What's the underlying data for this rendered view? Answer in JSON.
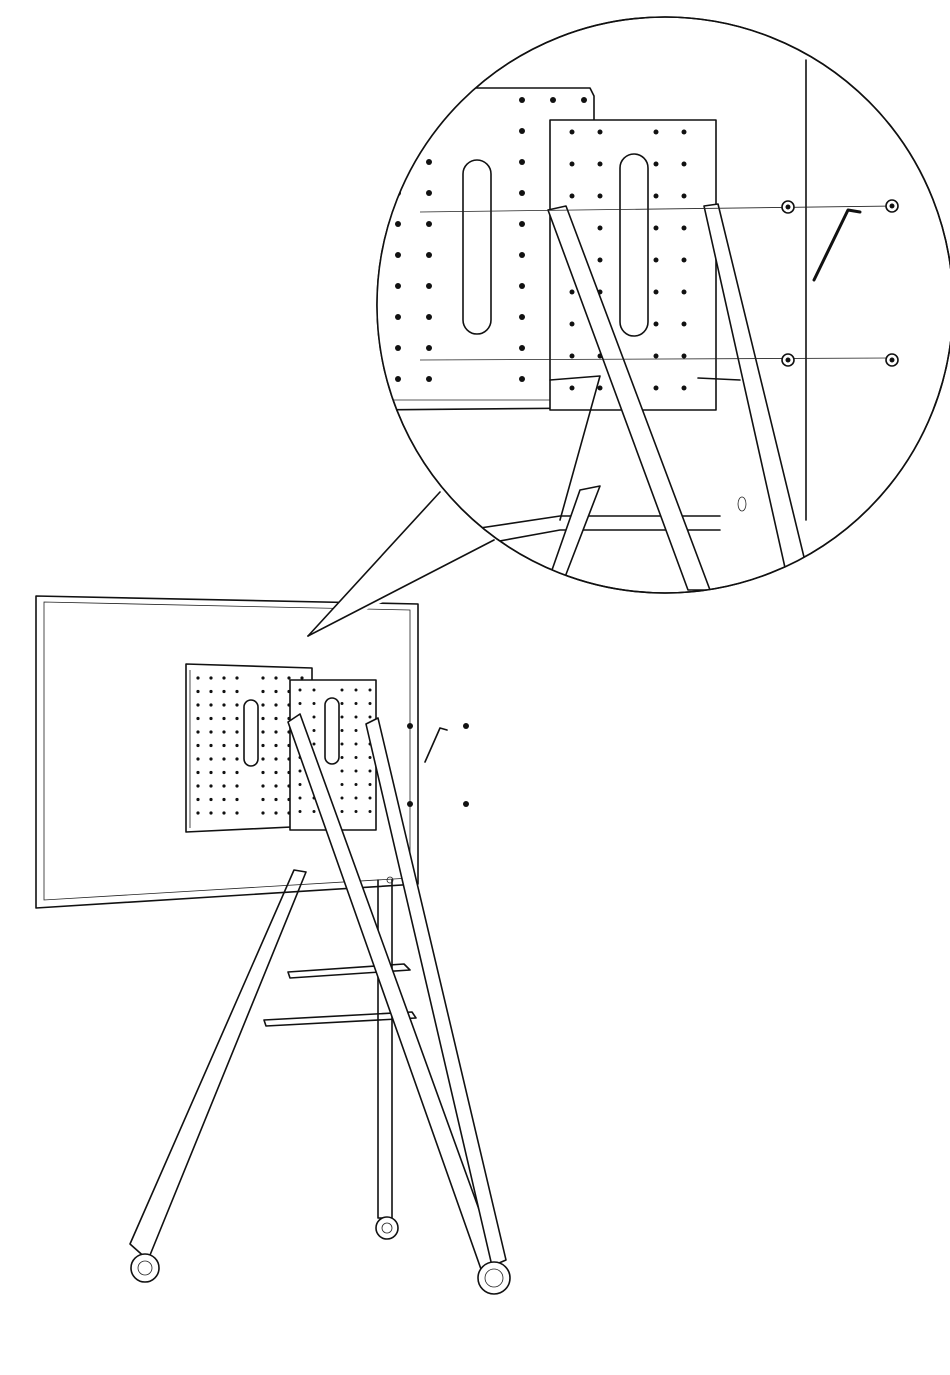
{
  "illustration": {
    "parts": [
      "display-panel",
      "vesa-adapter-plate",
      "stand-mounting-bracket",
      "a-frame-legs",
      "crossbars",
      "caster-wheels",
      "mounting-screws",
      "hex-key"
    ],
    "callout": "magnified-detail-view",
    "icons": [
      "hex-key-icon",
      "screw-icon",
      "caster-wheel-icon"
    ],
    "colors": {
      "line": "#111111",
      "background": "#ffffff"
    }
  }
}
